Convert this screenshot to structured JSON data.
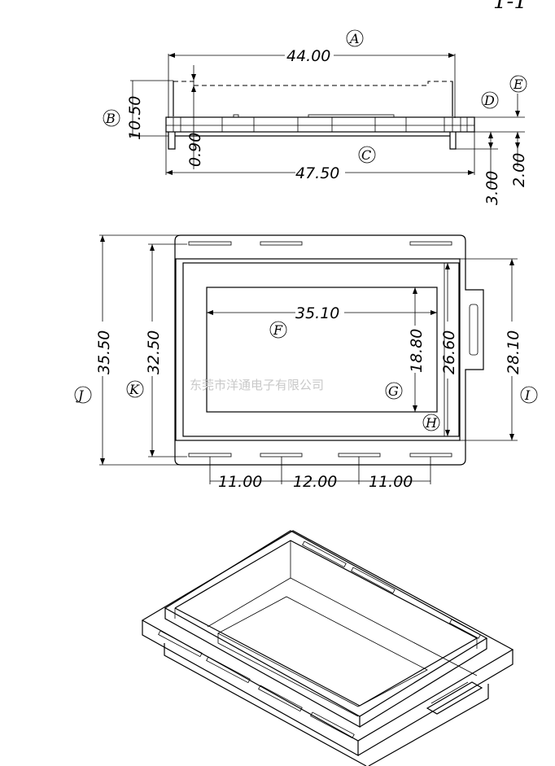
{
  "page": {
    "title": "1-1",
    "watermark": "东莞市洋通电子有限公司"
  },
  "side_view": {
    "dims": {
      "A": "44.00",
      "B": "10.50",
      "C": "47.50",
      "D": "0.90",
      "E": "2.00",
      "F": "3.00"
    },
    "letters": {
      "A": "A",
      "B": "B",
      "C": "C",
      "D": "D",
      "E": "E"
    }
  },
  "top_view": {
    "dims": {
      "F": "35.10",
      "G": "18.80",
      "H": "26.60",
      "I": "28.10",
      "J": "35.50",
      "K": "32.50",
      "spacing_1": "11.00",
      "spacing_2": "12.00",
      "spacing_3": "11.00"
    },
    "letters": {
      "F": "F",
      "G": "G",
      "H": "H",
      "I": "I",
      "J": "J",
      "K": "K"
    }
  }
}
